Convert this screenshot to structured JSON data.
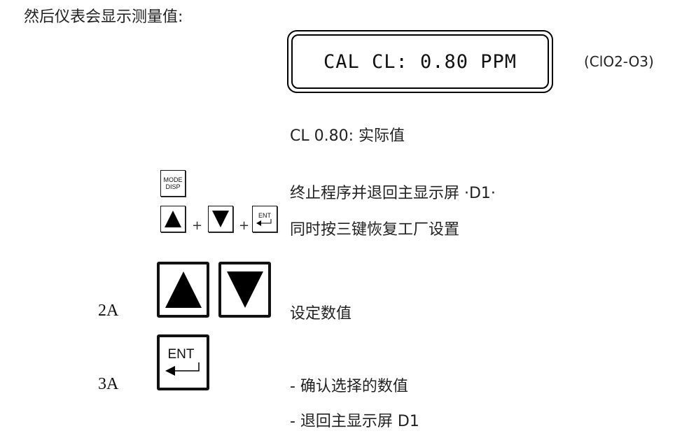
{
  "intro": "然后仪表会显示测量值:",
  "lcd": {
    "text": "CAL CL: 0.80 PPM"
  },
  "formula": "(ClO2-O3)",
  "actual_value": "CL 0.80: 实际值",
  "mode_key": {
    "line1": "MODE",
    "line2": "DISP"
  },
  "ent_label": "ENT",
  "plus": "+",
  "instructions": {
    "mode": "终止程序并退回主显示屏 ·D1·",
    "reset": "同时按三键恢复工厂设置",
    "set_value": "设定数值",
    "confirm": "- 确认选择的数值",
    "return": "- 退回主显示屏 D1"
  },
  "steps": {
    "s2": "2A",
    "s3": "3A"
  }
}
